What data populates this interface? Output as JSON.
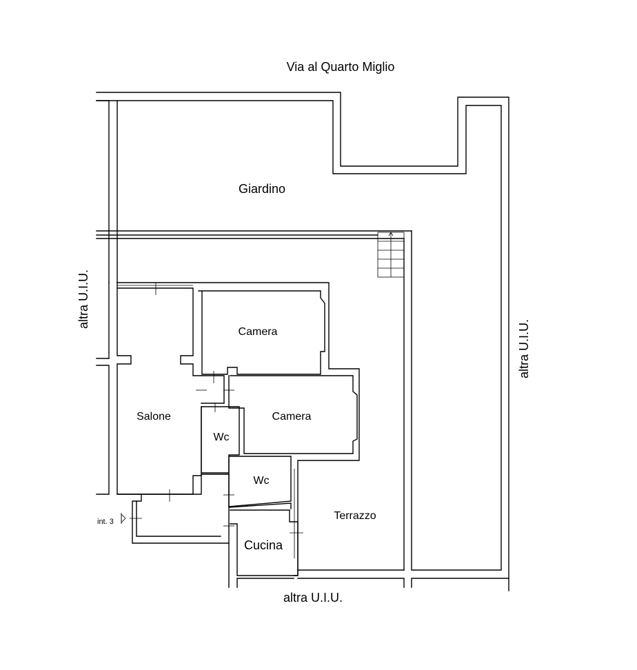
{
  "street_label": "Via al Quarto Miglio",
  "rooms": {
    "giardino": "Giardino",
    "camera_1": "Camera",
    "camera_2": "Camera",
    "salone": "Salone",
    "wc_1": "Wc",
    "wc_2": "Wc",
    "terrazzo": "Terrazzo",
    "cucina": "Cucina"
  },
  "neighbors": {
    "left": "altra U.I.U.",
    "right": "altra U.I.U.",
    "bottom": "altra U.I.U."
  },
  "entrance_label": "int. 3"
}
